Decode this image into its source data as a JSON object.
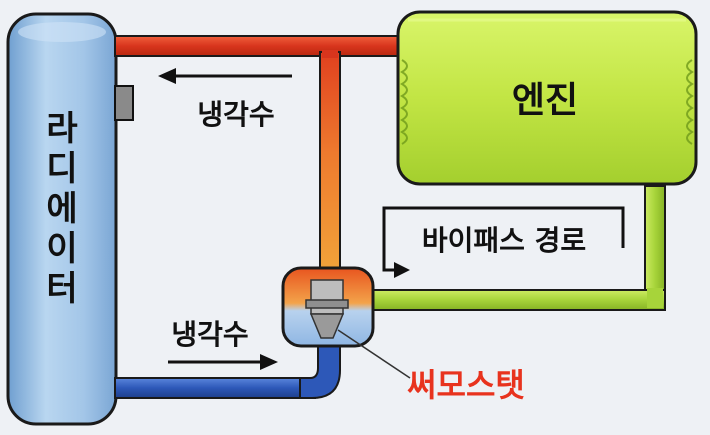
{
  "diagram": {
    "radiator_label": [
      "라",
      "디",
      "에",
      "이",
      "터"
    ],
    "engine_label": "엔진",
    "coolant_top_label": "냉각수",
    "coolant_bottom_label": "냉각수",
    "bypass_label": "바이패스 경로",
    "thermostat_label": "써모스탯",
    "colors": {
      "background": "#eef1f5",
      "radiator": "#9ec3e6",
      "engine": "#c3e84a",
      "hot_pipe": "#e24a2c",
      "cold_pipe": "#3366c7",
      "bypass_pipe": "#a9d63d",
      "thermostat_text": "#e8331e"
    }
  }
}
